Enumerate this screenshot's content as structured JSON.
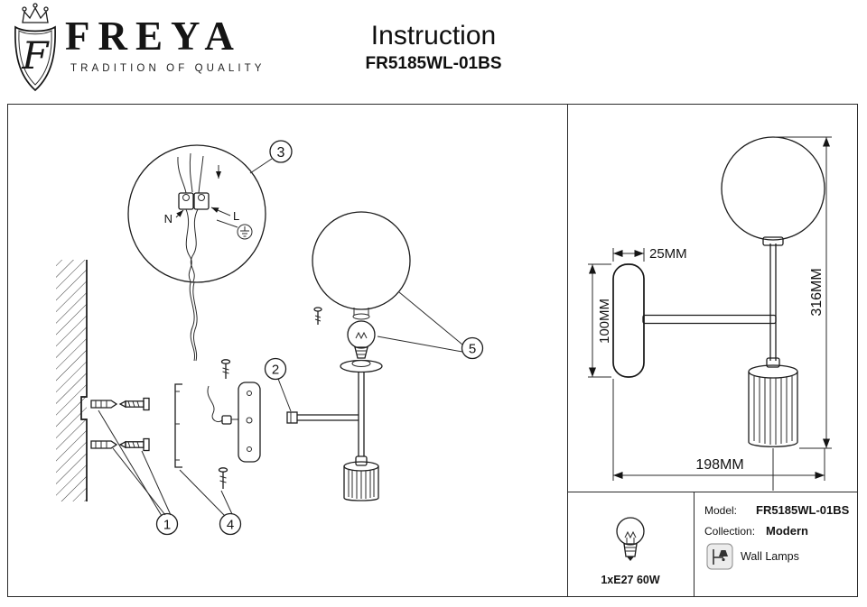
{
  "colors": {
    "ink": "#1a1a1a"
  },
  "header": {
    "brand": "FREYA",
    "tagline": "TRADITION OF QUALITY",
    "title": "Instruction",
    "model": "FR5185WL-01BS",
    "logo_letter": "F"
  },
  "wiring": {
    "neutral": "N",
    "line": "L"
  },
  "callouts": {
    "c1": "1",
    "c2": "2",
    "c3": "3",
    "c4": "4",
    "c5": "5"
  },
  "dimensions": {
    "plate_depth": "25MM",
    "plate_height": "100MM",
    "total_height": "316MM",
    "total_depth": "198MM"
  },
  "specs": {
    "bulb": "1xE27 60W",
    "model_label": "Model:",
    "model_value": "FR5185WL-01BS",
    "collection_label": "Collection:",
    "collection_value": "Modern",
    "category": "Wall Lamps"
  }
}
